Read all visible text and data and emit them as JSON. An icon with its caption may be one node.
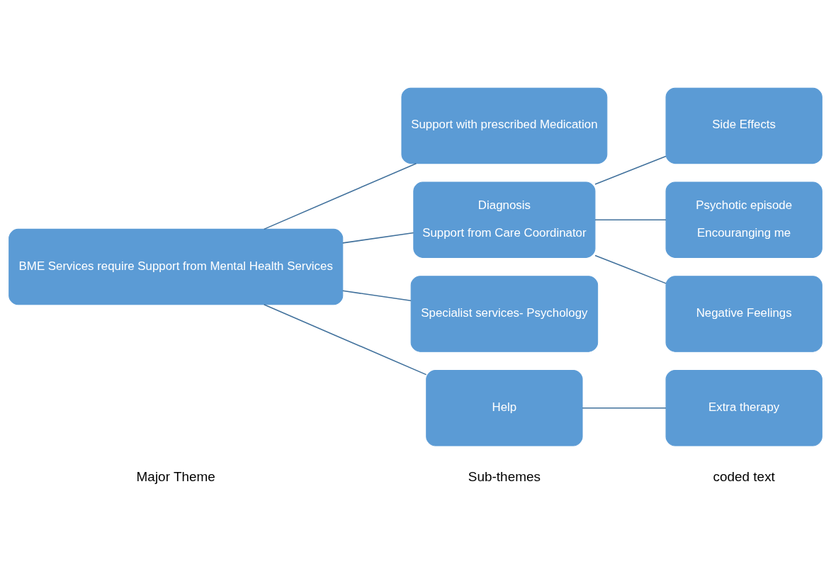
{
  "diagram": {
    "nodes": [
      {
        "text": [
          "BME Services require Support from Mental Health Services"
        ]
      },
      {
        "text": [
          "Support with prescribed Medication"
        ]
      },
      {
        "text": [
          "Diagnosis",
          "Support from Care Coordinator"
        ]
      },
      {
        "text": [
          "Specialist services- Psychology"
        ]
      },
      {
        "text": [
          "Help"
        ]
      },
      {
        "text": [
          "Side Effects"
        ]
      },
      {
        "text": [
          "Psychotic episode",
          "Encouranging me"
        ]
      },
      {
        "text": [
          "Negative Feelings"
        ]
      },
      {
        "text": [
          "Extra therapy"
        ]
      }
    ],
    "edges": [
      {
        "from": 0,
        "to": 1,
        "arrow": "none"
      },
      {
        "from": 0,
        "to": 2,
        "arrow": "none"
      },
      {
        "from": 0,
        "to": 3,
        "arrow": "none"
      },
      {
        "from": 0,
        "to": 4,
        "arrow": "none"
      },
      {
        "from": 2,
        "to": 5,
        "arrow": "none"
      },
      {
        "from": 2,
        "to": 6,
        "arrow": "none"
      },
      {
        "from": 2,
        "to": 7,
        "arrow": "none"
      },
      {
        "from": 4,
        "to": 8,
        "arrow": "none"
      }
    ],
    "labels": [
      "Major Theme",
      "Sub-themes",
      "coded text"
    ]
  }
}
